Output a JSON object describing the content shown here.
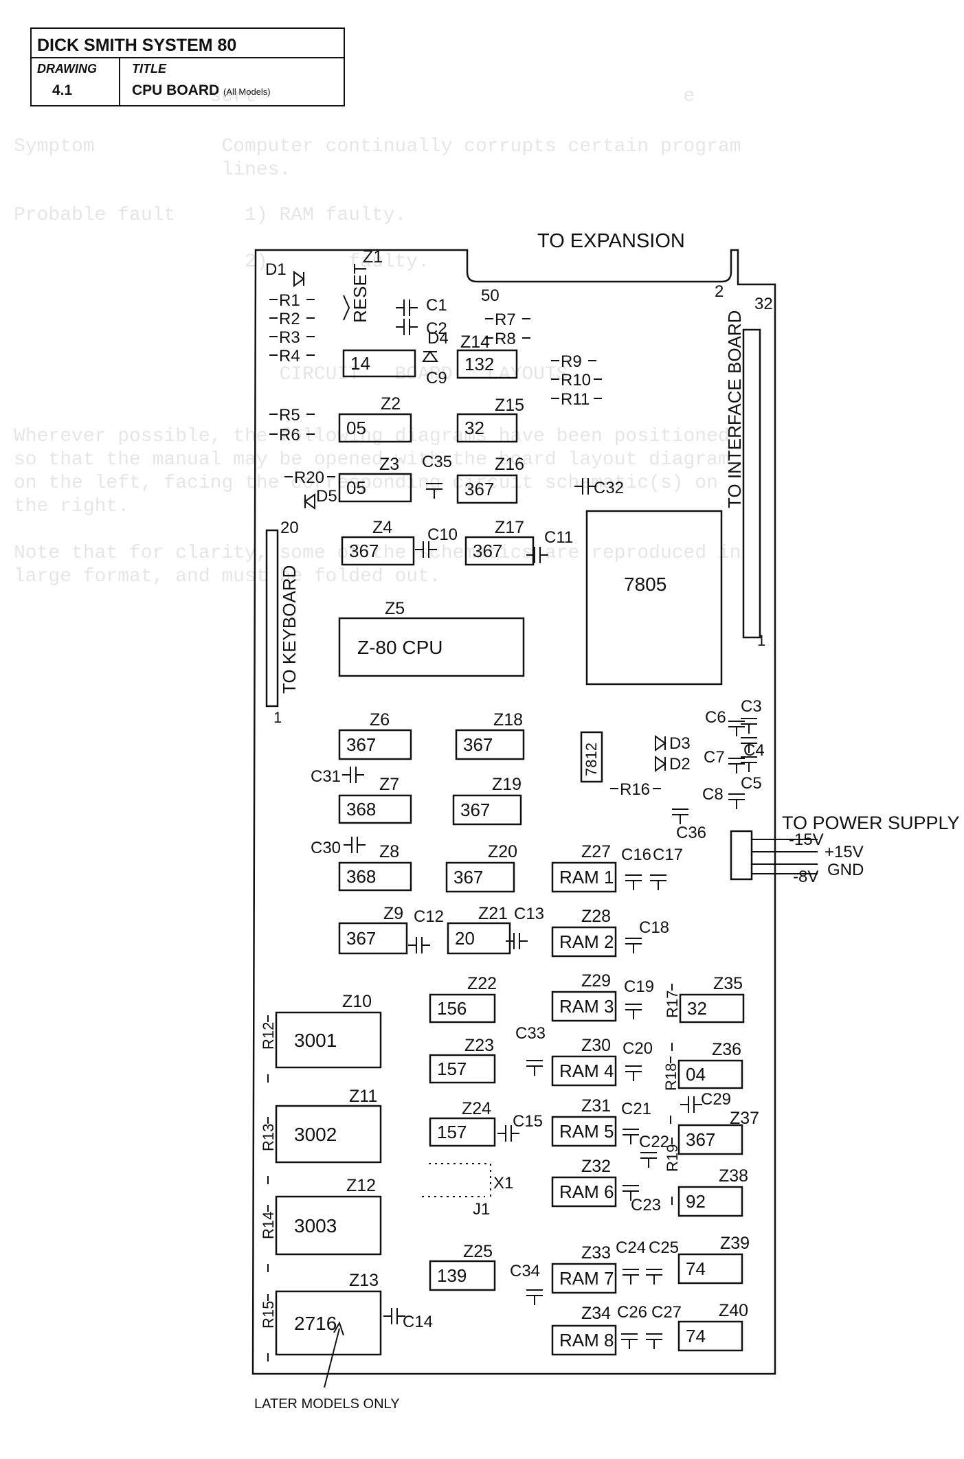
{
  "title_block": {
    "company": "DICK SMITH SYSTEM 80",
    "drawing_label": "DRAWING",
    "drawing_value": "4.1",
    "title_label": "TITLE",
    "title_value": "CPU BOARD",
    "title_note": "(All Models)"
  },
  "connectors": {
    "expansion": {
      "label": "TO EXPANSION",
      "pin_left": "50",
      "pin_right": "2"
    },
    "interface": {
      "label": "TO INTERFACE BOARD",
      "pin_top": "32",
      "pin_bottom": "1"
    },
    "keyboard": {
      "label": "TO KEYBOARD",
      "pin_top": "20",
      "pin_bottom": "1"
    },
    "power": {
      "label": "TO POWER SUPPLY",
      "terminals": [
        "-15V",
        "+15V",
        "GND",
        "-8V"
      ]
    }
  },
  "reset_label": "RESET",
  "chips": [
    {
      "ref": "Z1",
      "type": "14"
    },
    {
      "ref": "Z2",
      "type": "05"
    },
    {
      "ref": "Z3",
      "type": "05"
    },
    {
      "ref": "Z4",
      "type": "367"
    },
    {
      "ref": "Z5",
      "type": "Z-80 CPU"
    },
    {
      "ref": "Z6",
      "type": "367"
    },
    {
      "ref": "Z7",
      "type": "368"
    },
    {
      "ref": "Z8",
      "type": "368"
    },
    {
      "ref": "Z9",
      "type": "367"
    },
    {
      "ref": "Z10",
      "type": "3001"
    },
    {
      "ref": "Z11",
      "type": "3002"
    },
    {
      "ref": "Z12",
      "type": "3003"
    },
    {
      "ref": "Z13",
      "type": "2716"
    },
    {
      "ref": "Z14",
      "type": "132"
    },
    {
      "ref": "Z15",
      "type": "32"
    },
    {
      "ref": "Z16",
      "type": "367"
    },
    {
      "ref": "Z17",
      "type": "367"
    },
    {
      "ref": "Z18",
      "type": "367"
    },
    {
      "ref": "Z19",
      "type": "367"
    },
    {
      "ref": "Z20",
      "type": "367"
    },
    {
      "ref": "Z21",
      "type": "20"
    },
    {
      "ref": "Z22",
      "type": "156"
    },
    {
      "ref": "Z23",
      "type": "157"
    },
    {
      "ref": "Z24",
      "type": "157"
    },
    {
      "ref": "Z25",
      "type": "139"
    },
    {
      "ref": "Z27",
      "type": "RAM 1"
    },
    {
      "ref": "Z28",
      "type": "RAM 2"
    },
    {
      "ref": "Z29",
      "type": "RAM 3"
    },
    {
      "ref": "Z30",
      "type": "RAM 4"
    },
    {
      "ref": "Z31",
      "type": "RAM 5"
    },
    {
      "ref": "Z32",
      "type": "RAM 6"
    },
    {
      "ref": "Z33",
      "type": "RAM 7"
    },
    {
      "ref": "Z34",
      "type": "RAM 8"
    },
    {
      "ref": "Z35",
      "type": "32"
    },
    {
      "ref": "Z36",
      "type": "04"
    },
    {
      "ref": "Z37",
      "type": "367"
    },
    {
      "ref": "Z38",
      "type": "92"
    },
    {
      "ref": "Z39",
      "type": "74"
    },
    {
      "ref": "Z40",
      "type": "74"
    }
  ],
  "regulators": [
    {
      "type": "7805"
    },
    {
      "type": "7812"
    }
  ],
  "resistors": [
    "R1",
    "R2",
    "R3",
    "R4",
    "R5",
    "R6",
    "R7",
    "R8",
    "R9",
    "R10",
    "R11",
    "R12",
    "R13",
    "R14",
    "R15",
    "R16",
    "R17",
    "R18",
    "R19",
    "R20"
  ],
  "diodes": [
    "D1",
    "D2",
    "D3",
    "D4",
    "D5"
  ],
  "capacitors": [
    "C1",
    "C2",
    "C3",
    "C4",
    "C5",
    "C6",
    "C7",
    "C8",
    "C9",
    "C10",
    "C11",
    "C12",
    "C13",
    "C14",
    "C15",
    "C16",
    "C17",
    "C18",
    "C19",
    "C20",
    "C21",
    "C22",
    "C23",
    "C24",
    "C25",
    "C26",
    "C27",
    "C29",
    "C30",
    "C31",
    "C32",
    "C33",
    "C34",
    "C35",
    "C36"
  ],
  "crystal": "X1",
  "jumper": "J1",
  "annotation": "LATER MODELS ONLY",
  "show_through_text": [
    "                 sert                                     e",
    "Symptom           Computer continually corrupts certain program",
    "                  lines.",
    "Probable fault      1) RAM faulty.",
    "                    2)       faulty.",
    "                       CIRCUIT   BOARD   LAYOUTS",
    "Wherever possible, the following diagrams have been positioned",
    "so that the manual may be opened with the board layout diagram",
    "on the left, facing the corresponding circuit schematic(s) on",
    "the right.",
    "Note that for clarity, some of the schematics are reproduced in",
    "large format, and must be folded out."
  ]
}
